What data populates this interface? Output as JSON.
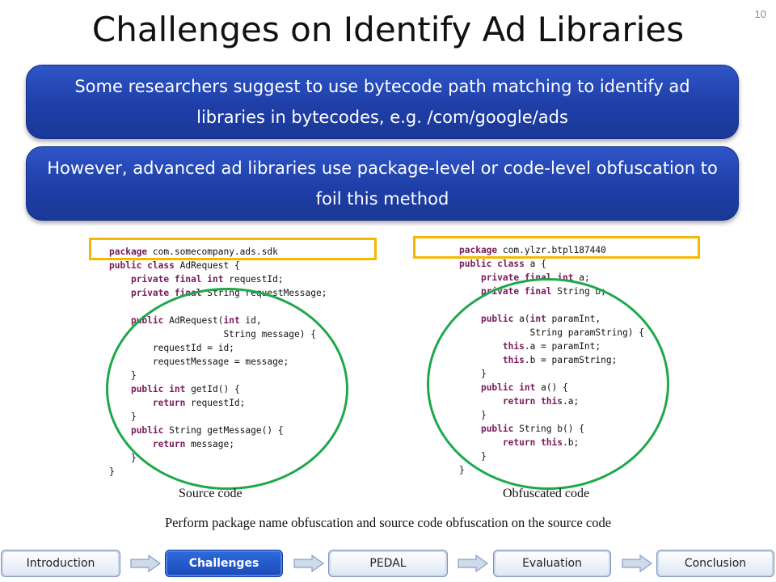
{
  "slide_number": "10",
  "title": "Challenges on Identify Ad Libraries",
  "callouts": [
    "Some researchers suggest to use bytecode path matching to identify ad libraries in bytecodes, e.g. /com/google/ads",
    "However, advanced ad libraries use package-level or code-level obfuscation to foil this method"
  ],
  "source_code": [
    "package com.somecompany.ads.sdk",
    "public class AdRequest {",
    "    private final int requestId;",
    "    private final String requestMessage;",
    "",
    "    public AdRequest(int id,",
    "                     String message) {",
    "        requestId = id;",
    "        requestMessage = message;",
    "    }",
    "    public int getId() {",
    "        return requestId;",
    "    }",
    "    public String getMessage() {",
    "        return message;",
    "    }",
    "}"
  ],
  "obfuscated_code": [
    "package com.ylzr.btpl187440",
    "public class a {",
    "    private final int a;",
    "    private final String b;",
    "",
    "    public a(int paramInt,",
    "             String paramString) {",
    "        this.a = paramInt;",
    "        this.b = paramString;",
    "    }",
    "    public int a() {",
    "        return this.a;",
    "    }",
    "    public String b() {",
    "        return this.b;",
    "    }",
    "}"
  ],
  "captions": {
    "source": "Source code",
    "obfuscated": "Obfuscated code"
  },
  "note": "Perform package name obfuscation and source code obfuscation on the source code",
  "nav": {
    "items": [
      "Introduction",
      "Challenges",
      "PEDAL",
      "Evaluation",
      "Conclusion"
    ],
    "active": "Challenges"
  }
}
